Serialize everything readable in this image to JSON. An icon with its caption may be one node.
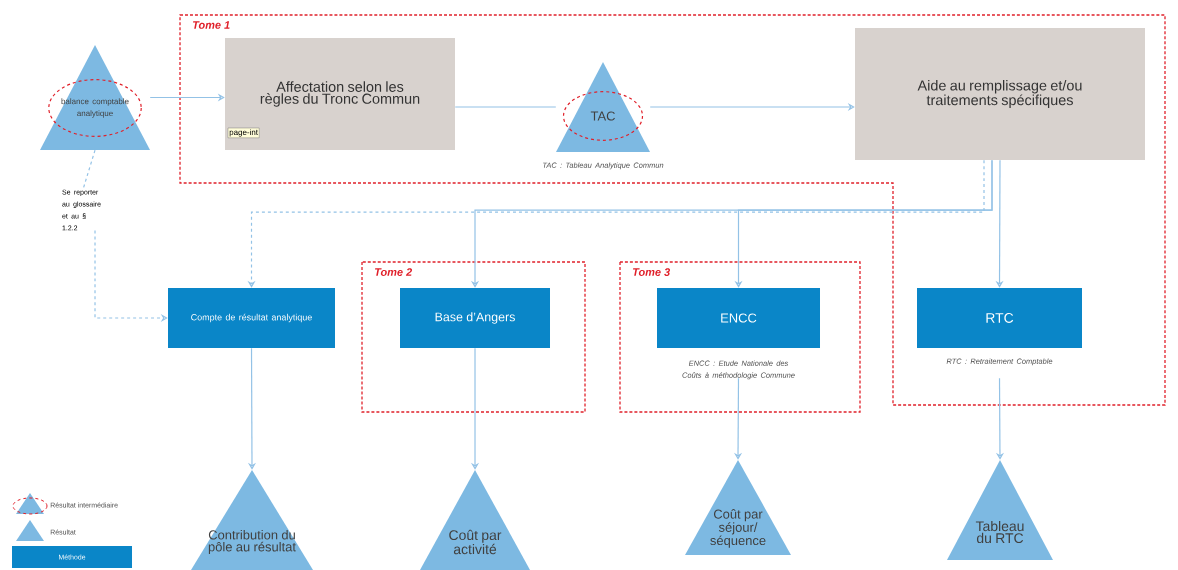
{
  "diagram": {
    "nodes": [
      {
        "text": [
          "balance comptable analytique"
        ]
      },
      {
        "text": [
          "Tome 1"
        ]
      },
      {
        "text": [
          "Affectation selon les règles du Tronc Commun"
        ],
        "in": 1
      },
      {
        "text": [
          "TAC"
        ],
        "in": 1,
        "beside": [
          "TAC : Tableau Analytique Commun"
        ]
      },
      {
        "text": [
          "Aide au remplissage et/ou traitements spécifiques"
        ],
        "in": 1
      },
      {
        "text": [
          "Se reporter au glossaire et au § 1.2.2"
        ]
      },
      {
        "text": [
          "Compte de résultat analytique"
        ]
      },
      {
        "text": [
          "Tome 2"
        ]
      },
      {
        "text": [
          "Base d’Angers"
        ],
        "in": 7
      },
      {
        "text": [
          "Tome 3"
        ]
      },
      {
        "text": [
          "ENCC"
        ],
        "in": 9,
        "beside": [
          "ENCC : Etude Nationale des Coûts à méthodologie Commune"
        ]
      },
      {
        "text": [
          "RTC"
        ],
        "in": 1,
        "beside": [
          "RTC : Retraitement Comptable"
        ]
      },
      {
        "text": [
          "Contribution du pôle au résultat"
        ]
      },
      {
        "text": [
          "Coût par activité"
        ]
      },
      {
        "text": [
          "Coût par séjour/ séquence"
        ]
      },
      {
        "text": [
          "Tableau du RTC"
        ]
      }
    ],
    "edges": [
      {
        "from": 0,
        "to": 2,
        "arrow": "to"
      },
      {
        "from": 2,
        "to": 3,
        "arrow": "none"
      },
      {
        "from": 3,
        "to": 4,
        "arrow": "to"
      },
      {
        "from": 4,
        "to": 6,
        "arrow": "to",
        "style": "dashed"
      },
      {
        "from": 4,
        "to": 8,
        "arrow": "to"
      },
      {
        "from": 4,
        "to": 10,
        "arrow": "to"
      },
      {
        "from": 4,
        "to": 11,
        "arrow": "to"
      },
      {
        "from": 0,
        "to": 5,
        "arrow": "none",
        "style": "dashed"
      },
      {
        "from": 5,
        "to": 6,
        "arrow": "to",
        "style": "dashed"
      },
      {
        "from": 6,
        "to": 12,
        "arrow": "to"
      },
      {
        "from": 8,
        "to": 13,
        "arrow": "to"
      },
      {
        "from": 10,
        "to": 14,
        "arrow": "to"
      },
      {
        "from": 11,
        "to": 15,
        "arrow": "to"
      }
    ],
    "labels": [
      "page-int"
    ],
    "legend": [
      {
        "text": "Résultat intermédiaire"
      },
      {
        "text": "Résultat"
      },
      {
        "text": "Méthode",
        "color": "#0a86c8"
      }
    ]
  }
}
